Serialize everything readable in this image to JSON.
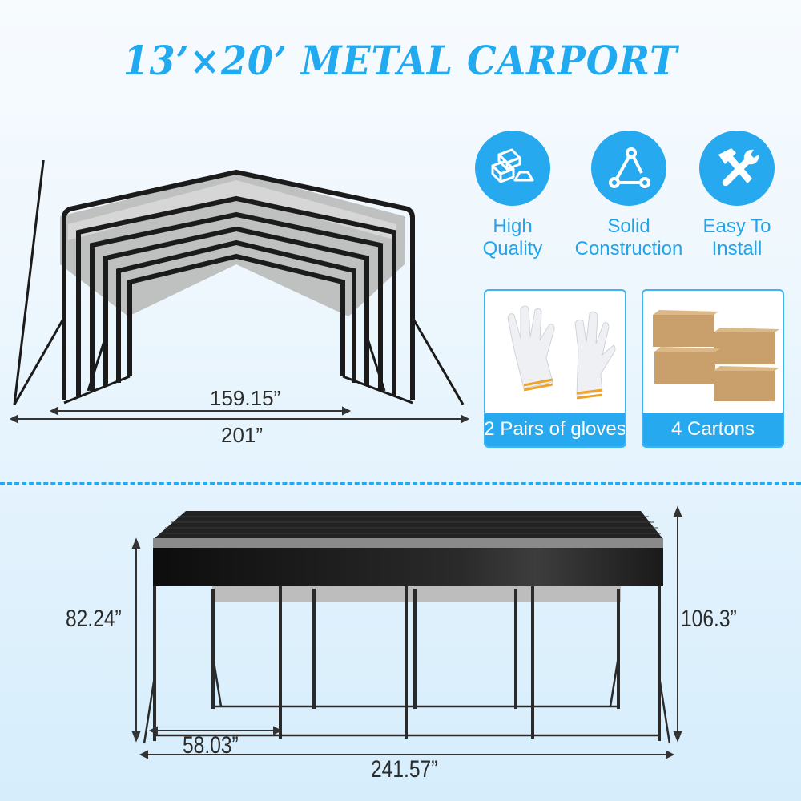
{
  "title": "13’×20’ METAL CARPORT",
  "colors": {
    "accent": "#27a9ef",
    "title": "#22aaf0",
    "frame": "#1e1e1e",
    "dimension_text": "#2b2b2b"
  },
  "features": [
    {
      "icon": "gold-bars-icon",
      "label_line1": "High",
      "label_line2": "Quality"
    },
    {
      "icon": "triangle-nodes-icon",
      "label_line1": "Solid",
      "label_line2": "Construction"
    },
    {
      "icon": "hammer-wrench-icon",
      "label_line1": "Easy To",
      "label_line2": "Install"
    }
  ],
  "included_items": [
    {
      "icon": "gloves-icon",
      "label": "2 Pairs of gloves"
    },
    {
      "icon": "cartons-icon",
      "label": "4 Cartons"
    }
  ],
  "front_view": {
    "inner_width": "159.15”",
    "outer_width": "201”"
  },
  "side_view": {
    "side_height": "82.24”",
    "peak_height": "106.3”",
    "bay_spacing": "58.03”",
    "total_length": "241.57”"
  }
}
